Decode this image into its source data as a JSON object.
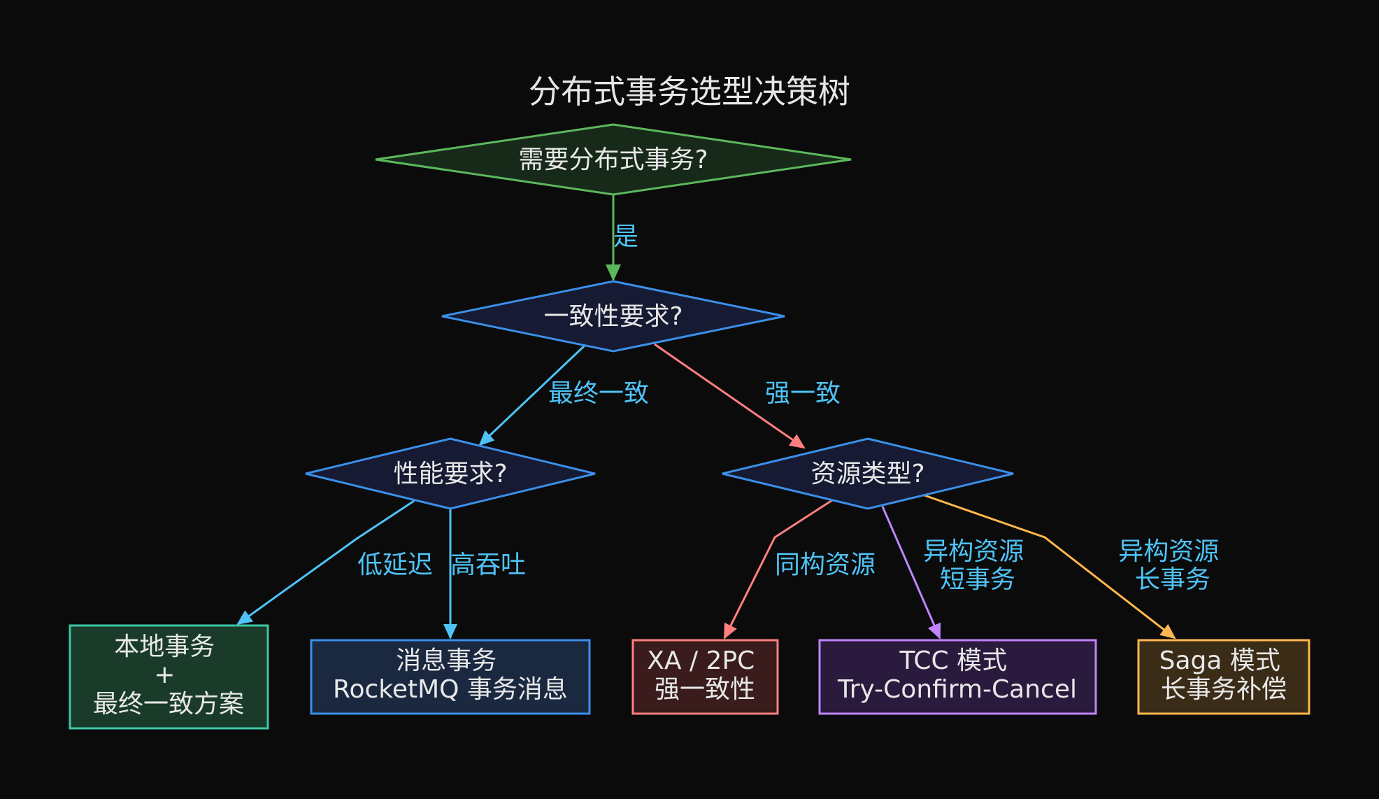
{
  "title": "分布式事务选型决策树",
  "colors": {
    "background": "#0b0b0b",
    "green": "#5cb85c",
    "blue": "#3b8fe8",
    "red": "#ff7f7f",
    "purple": "#c084fc",
    "orange": "#ffb74d",
    "teal": "#3cc7a6",
    "label": "#4fc3f7"
  },
  "nodes": {
    "need_dt": {
      "label": "需要分布式事务?"
    },
    "consistency": {
      "label": "一致性要求?"
    },
    "performance": {
      "label": "性能要求?"
    },
    "resource_type": {
      "label": "资源类型?"
    },
    "local_tx": {
      "lines": [
        "本地事务",
        "+",
        "最终一致方案"
      ]
    },
    "msg_tx": {
      "lines": [
        "消息事务",
        "RocketMQ 事务消息"
      ]
    },
    "xa": {
      "lines": [
        "XA / 2PC",
        "强一致性"
      ]
    },
    "tcc": {
      "lines": [
        "TCC 模式",
        "Try-Confirm-Cancel"
      ]
    },
    "saga": {
      "lines": [
        "Saga 模式",
        "长事务补偿"
      ]
    }
  },
  "edges": {
    "yes": {
      "label": "是"
    },
    "eventual": {
      "label": "最终一致"
    },
    "strong": {
      "label": "强一致"
    },
    "low_latency": {
      "label": "低延迟"
    },
    "high_throughput": {
      "label": "高吞吐"
    },
    "homogeneous": {
      "label": "同构资源"
    },
    "hetero_short": {
      "lines": [
        "异构资源",
        "短事务"
      ]
    },
    "hetero_long": {
      "lines": [
        "异构资源",
        "长事务"
      ]
    }
  }
}
